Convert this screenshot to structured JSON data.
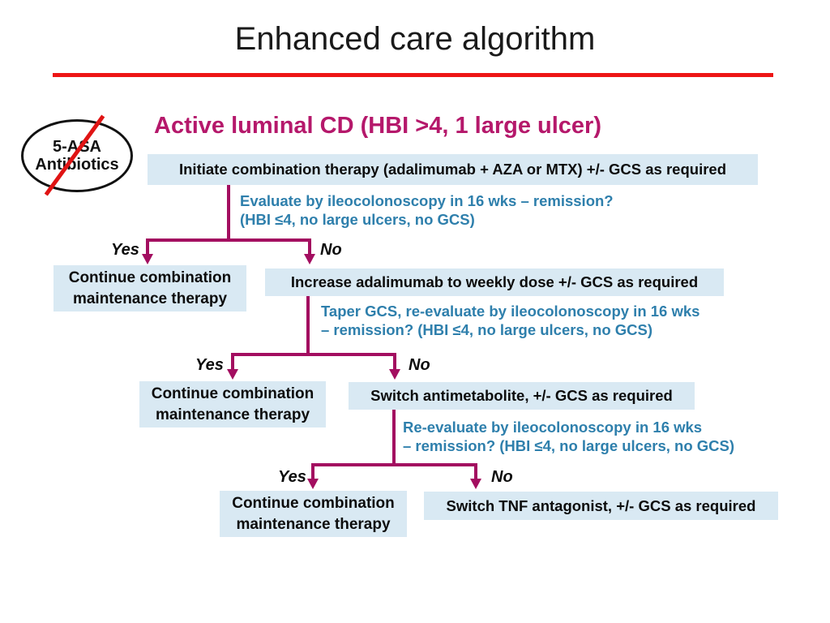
{
  "slide": {
    "title": "Enhanced care algorithm",
    "colors": {
      "accent_red": "#ED1515",
      "arrow_magenta": "#A30E60",
      "heading_magenta": "#B5186B",
      "note_teal": "#2E7FAC",
      "box_fill": "#D9E9F3"
    }
  },
  "crossed_out": {
    "label": "5-ASA\nAntibiotics"
  },
  "heading": "Active luminal CD (HBI >4, 1 large ulcer)",
  "flow": {
    "step1": "Initiate combination therapy (adalimumab + AZA or MTX) +/- GCS as required",
    "eval1": "Evaluate by ileocolonoscopy in 16 wks – remission?\n(HBI ≤4, no large ulcers, no GCS)",
    "branch1": {
      "yes": "Yes",
      "no": "No",
      "yes_box": "Continue combination\nmaintenance therapy",
      "no_box": "Increase adalimumab to weekly dose +/- GCS as required"
    },
    "eval2": "Taper GCS, re-evaluate by ileocolonoscopy in 16 wks\n– remission? (HBI ≤4, no large ulcers, no GCS)",
    "branch2": {
      "yes": "Yes",
      "no": "No",
      "yes_box": "Continue combination\nmaintenance therapy",
      "no_box": "Switch antimetabolite, +/- GCS as required"
    },
    "eval3": "Re-evaluate by ileocolonoscopy in 16 wks\n– remission? (HBI ≤4, no large ulcers, no GCS)",
    "branch3": {
      "yes": "Yes",
      "no": "No",
      "yes_box": "Continue combination\nmaintenance therapy",
      "no_box": "Switch TNF antagonist, +/- GCS as required"
    }
  }
}
